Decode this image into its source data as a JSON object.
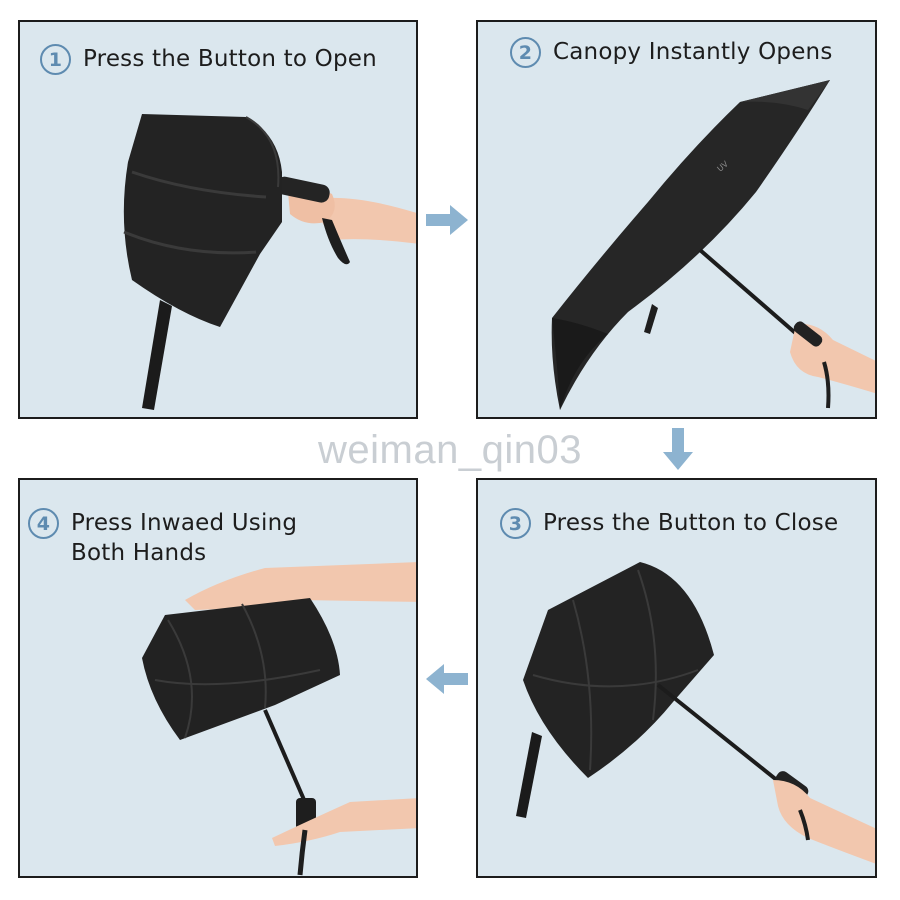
{
  "steps": [
    {
      "number": "1",
      "label": "Press the Button to Open"
    },
    {
      "number": "2",
      "label": "Canopy Instantly Opens"
    },
    {
      "number": "3",
      "label": "Press the Button to Close"
    },
    {
      "number": "4",
      "label": "Press Inwaed Using\nBoth Hands"
    }
  ],
  "canopy_print": "UV",
  "watermark": "weiman_qin03",
  "colors": {
    "panel_bg": "#dbe7ee",
    "accent": "#5e8bb0",
    "arrow": "#8db3d0",
    "umbrella": "#1e1e1e",
    "skin": "#f2c7ae"
  },
  "icons": [
    "arrow-right-icon",
    "arrow-down-icon",
    "arrow-left-icon"
  ]
}
